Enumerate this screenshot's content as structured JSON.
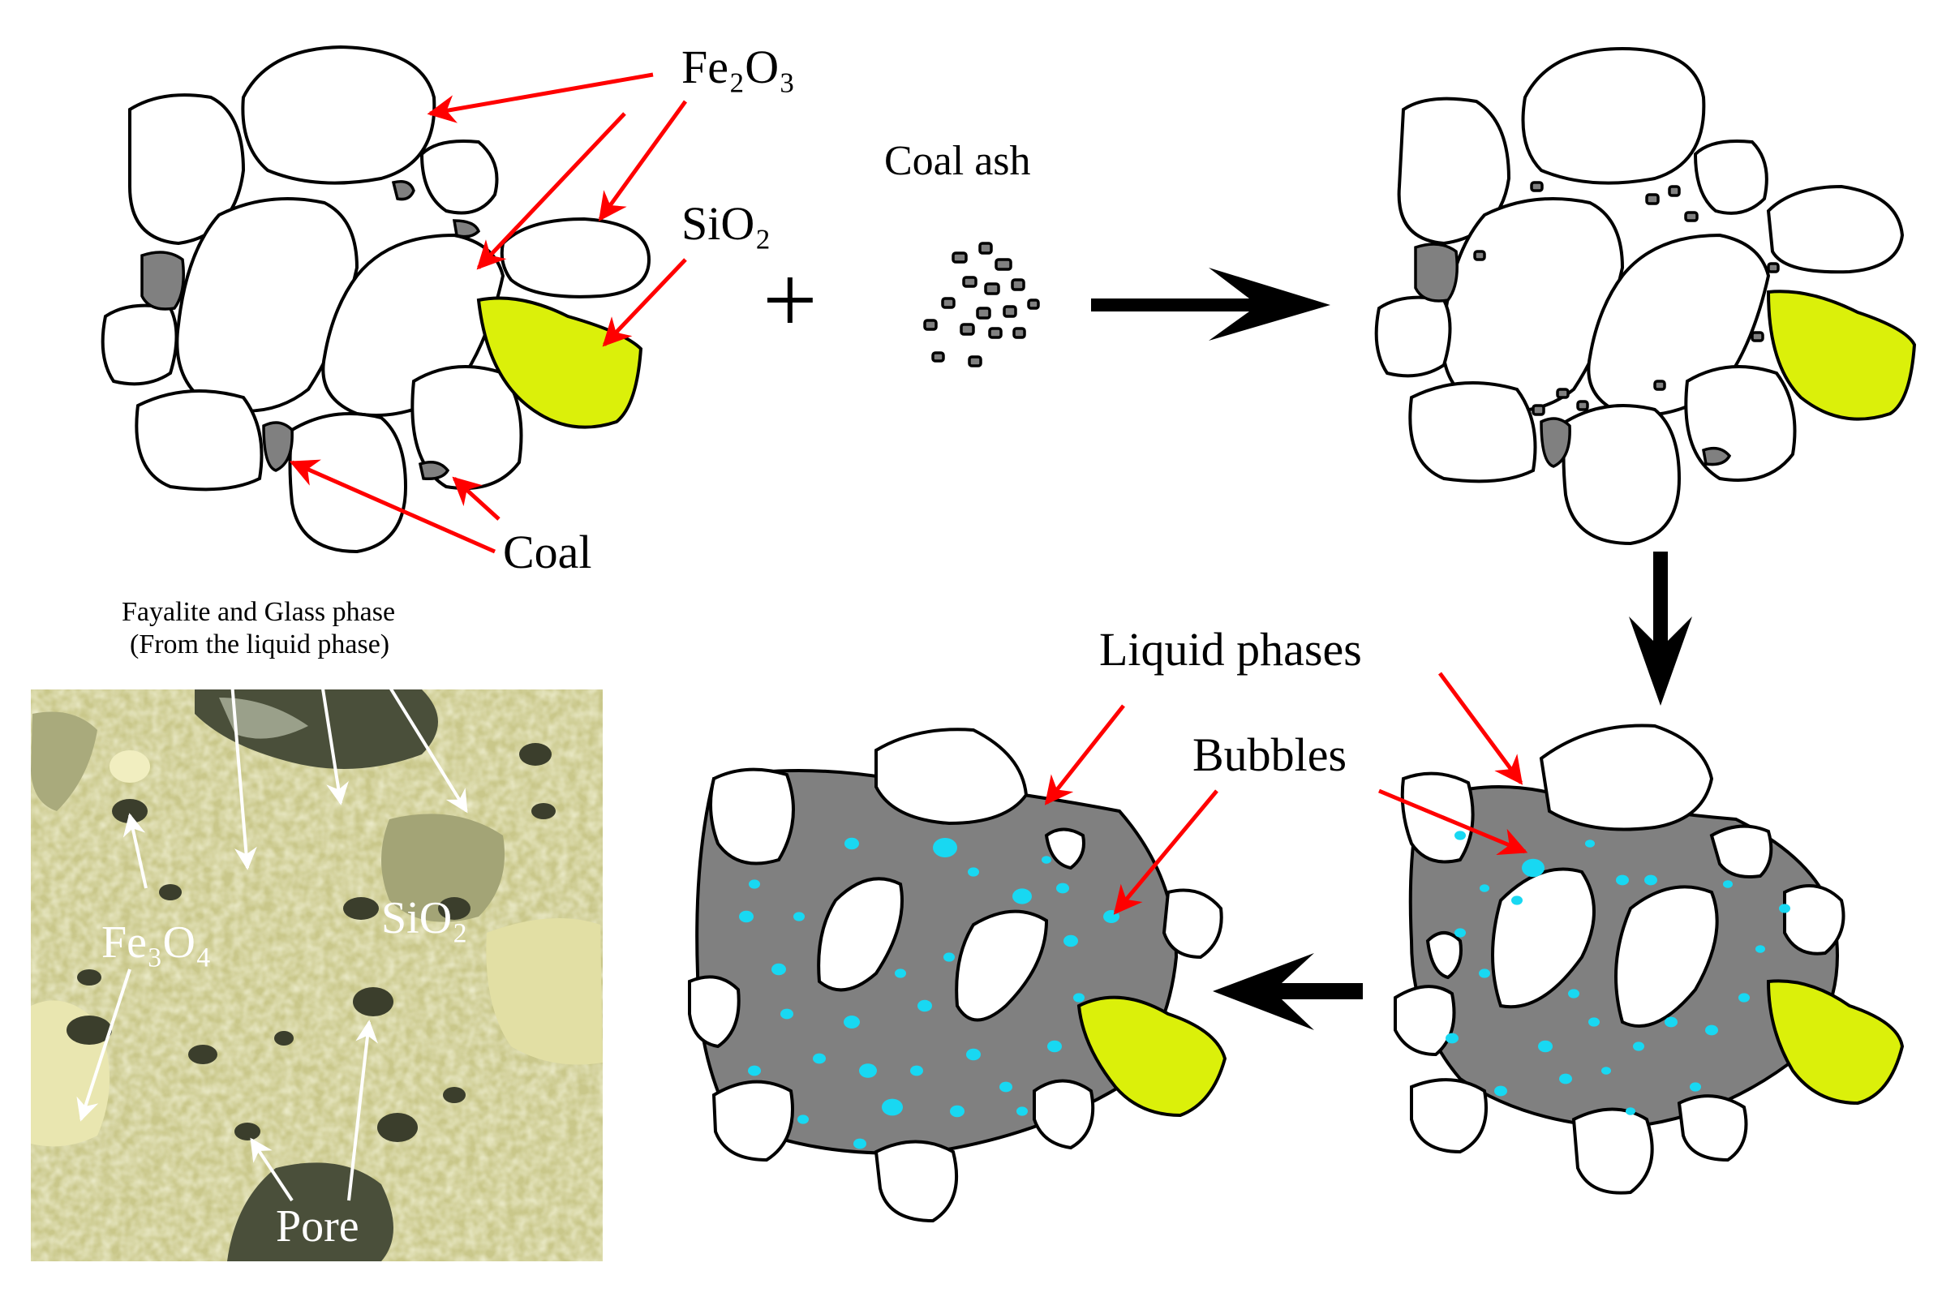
{
  "labels": {
    "fe2o3": "Fe₂O₃",
    "sio2": "SiO₂",
    "coal": "Coal",
    "coal_ash": "Coal ash",
    "plus": "+",
    "liquid_phases": "Liquid phases",
    "bubbles": "Bubbles",
    "fayalite_line1": "Fayalite and Glass phase",
    "fayalite_line2": "(From the liquid phase)",
    "micro_fe3o4": "Fe₃O₄",
    "micro_sio2": "SiO₂",
    "micro_pore": "Pore"
  },
  "colors": {
    "grain": "#ffffff",
    "coal": "#808080",
    "silica": "#dbf00a",
    "liquid_phase": "#808080",
    "bubble": "#18d8f2",
    "annotation_arrow": "#ff0000",
    "micrograph_bg": "#c9c78a"
  }
}
